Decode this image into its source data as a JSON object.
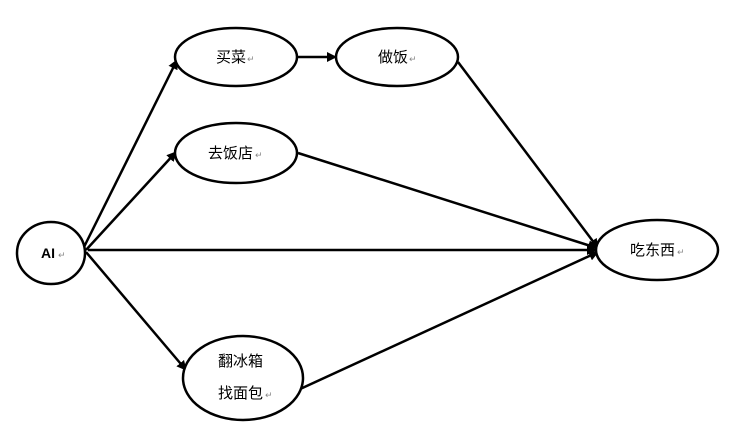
{
  "nodes": {
    "ai": {
      "label": "AI",
      "mark": "↵"
    },
    "buy_veg": {
      "label": "买菜",
      "mark": "↵"
    },
    "cook": {
      "label": "做饭",
      "mark": "↵"
    },
    "restaurant": {
      "label": "去饭店",
      "mark": "↵"
    },
    "fridge": {
      "line1": "翻冰箱",
      "line2": "找面包",
      "mark": "↵"
    },
    "eat": {
      "label": "吃东西",
      "mark": "↵"
    }
  },
  "edges": [
    {
      "from": "AI",
      "to": "买菜"
    },
    {
      "from": "AI",
      "to": "去饭店"
    },
    {
      "from": "AI",
      "to": "吃东西"
    },
    {
      "from": "AI",
      "to": "翻冰箱找面包"
    },
    {
      "from": "买菜",
      "to": "做饭"
    },
    {
      "from": "做饭",
      "to": "吃东西"
    },
    {
      "from": "去饭店",
      "to": "吃东西"
    },
    {
      "from": "翻冰箱找面包",
      "to": "吃东西"
    }
  ]
}
